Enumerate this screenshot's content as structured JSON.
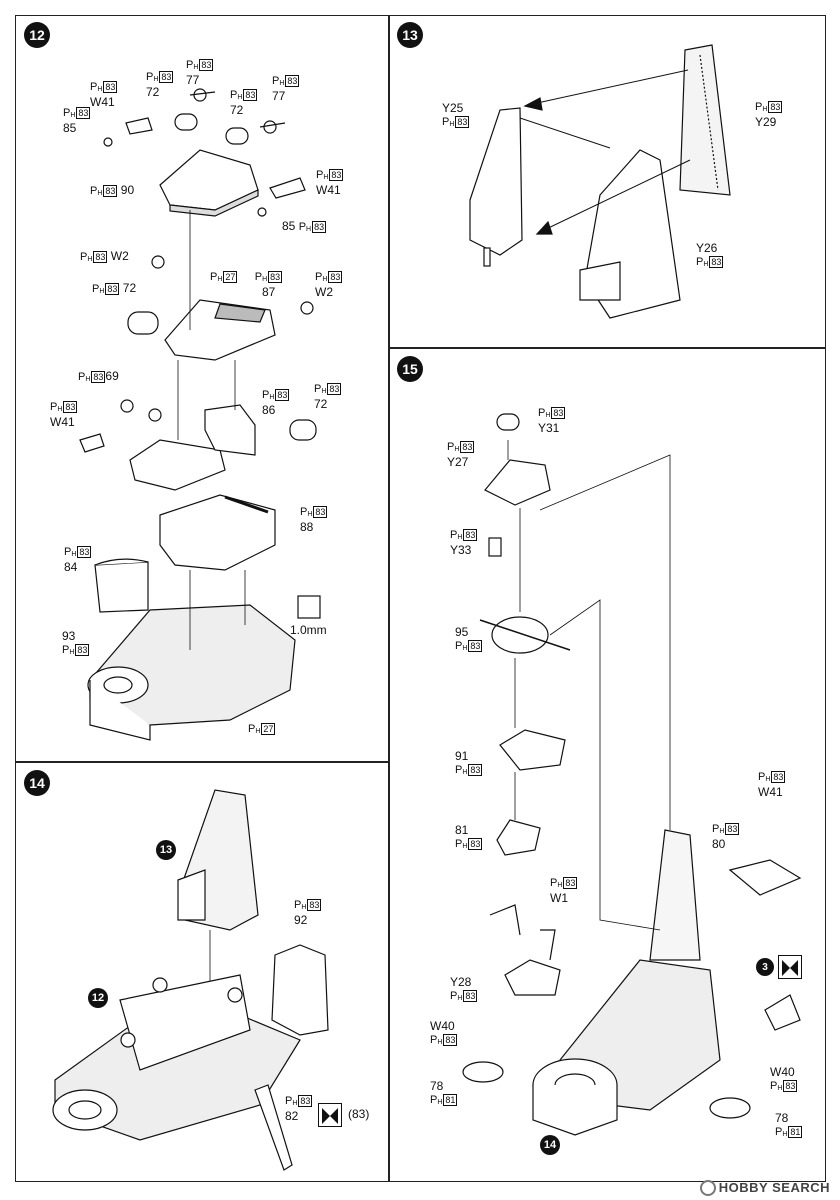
{
  "steps": {
    "s12": {
      "number": "12",
      "labels": [
        "77",
        "W41",
        "72",
        "72",
        "77",
        "85",
        "W41",
        "90",
        "85",
        "W2",
        "72",
        "87",
        "W2",
        "69",
        "86",
        "72",
        "W41",
        "88",
        "84",
        "93",
        "1.0mm"
      ]
    },
    "s13": {
      "number": "13",
      "labels": [
        "Y25",
        "Y29",
        "Y26"
      ]
    },
    "s14": {
      "number": "14",
      "sub_ref_13": "13",
      "sub_ref_12": "12",
      "labels": [
        "92",
        "82",
        "(83)"
      ]
    },
    "s15": {
      "number": "15",
      "sub_ref_3": "3",
      "sub_ref_14": "14",
      "labels": [
        "Y31",
        "Y27",
        "Y33",
        "95",
        "91",
        "81",
        "W1",
        "Y28",
        "W41",
        "80",
        "W40",
        "78",
        "W40",
        "78"
      ]
    }
  },
  "sprue_codes": {
    "p": "P",
    "h": "H",
    "n83": "83",
    "n27": "27",
    "n81": "81"
  },
  "watermark": "HOBBY SEARCH"
}
